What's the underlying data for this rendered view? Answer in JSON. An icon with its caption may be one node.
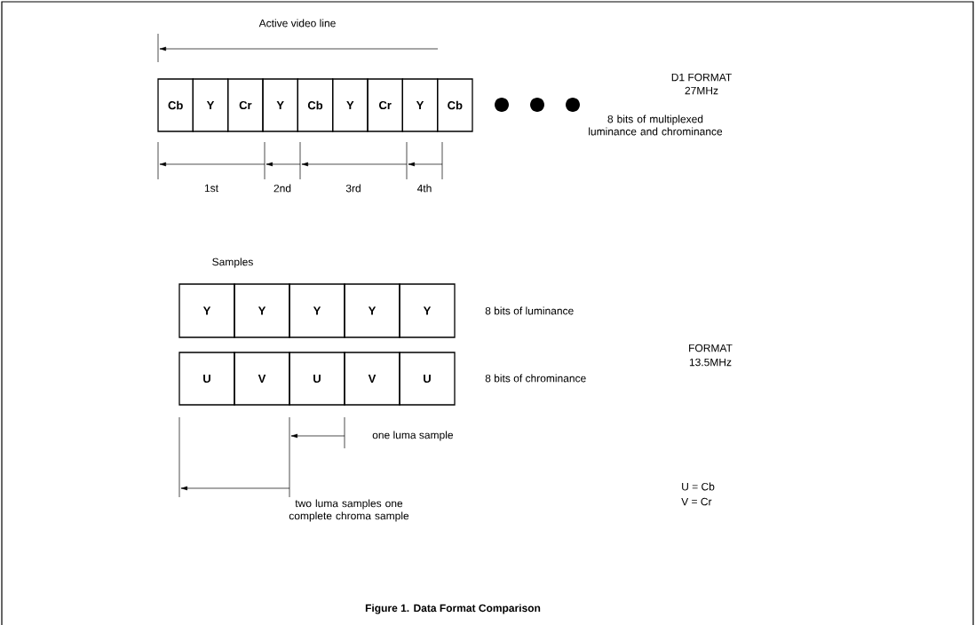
{
  "diagram": {
    "caption": "Figure 1. Data Format Comparison",
    "nodes": [
      {
        "text": [
          "Cb"
        ]
      },
      {
        "text": [
          "Y"
        ]
      },
      {
        "text": [
          "Cr"
        ]
      },
      {
        "text": [
          "Y"
        ]
      },
      {
        "text": [
          "Cb"
        ]
      },
      {
        "text": [
          "Y"
        ]
      },
      {
        "text": [
          "Cr"
        ]
      },
      {
        "text": [
          "Y"
        ]
      },
      {
        "text": [
          "Cb"
        ]
      },
      {
        "text": [
          "Y"
        ]
      },
      {
        "text": [
          "Y"
        ]
      },
      {
        "text": [
          "Y"
        ]
      },
      {
        "text": [
          "Y"
        ]
      },
      {
        "text": [
          "Y"
        ]
      },
      {
        "text": [
          "U"
        ]
      },
      {
        "text": [
          "V"
        ]
      },
      {
        "text": [
          "U"
        ]
      },
      {
        "text": [
          "V"
        ]
      },
      {
        "text": [
          "U"
        ]
      }
    ],
    "labels": [
      "Active video line",
      "D1 FORMAT",
      "27MHz",
      "8 bits of multiplexed luminance and chrominance",
      "1st",
      "2nd",
      "3rd",
      "4th",
      "Samples",
      "8 bits of luminance",
      "FORMAT",
      "13.5MHz",
      "8 bits of chrominance",
      "one luma sample",
      "U = Cb",
      "V = Cr",
      "two luma samples one complete chroma sample"
    ]
  }
}
